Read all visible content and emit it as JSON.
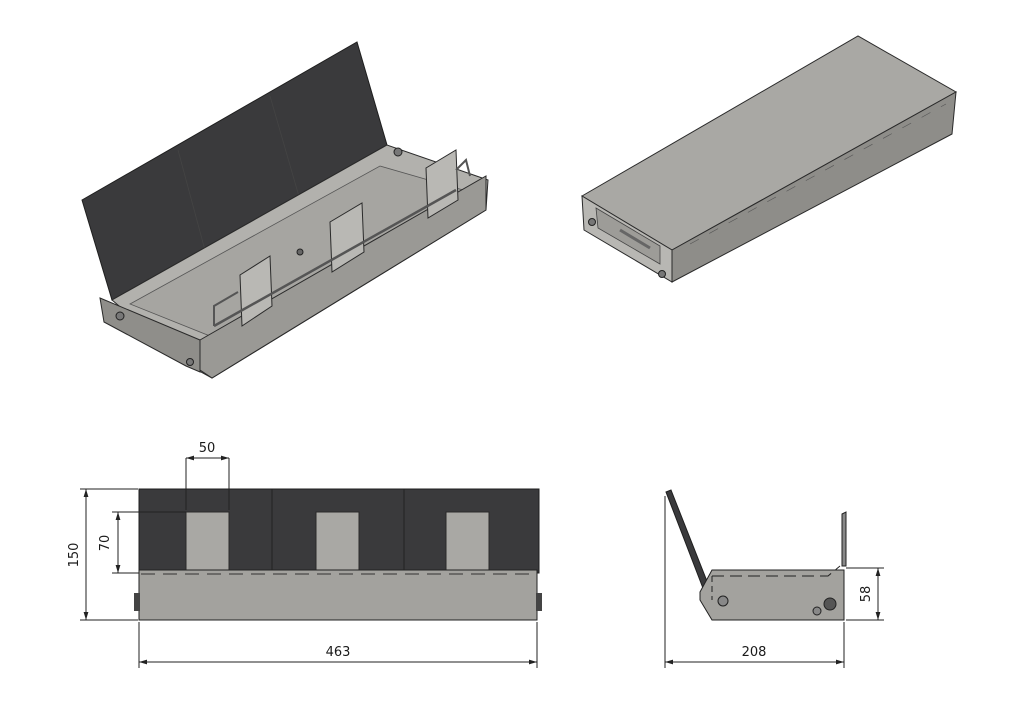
{
  "dimensions": {
    "cutout_width": "50",
    "cutout_height": "70",
    "total_height": "150",
    "total_length": "463",
    "depth": "208",
    "box_height": "58"
  },
  "colors": {
    "panel_dark": "#3a3a3c",
    "metal_light": "#b2b1ad",
    "metal_mid": "#9a9995",
    "metal_dark": "#6f6e6a",
    "edge": "#2a2a2a",
    "cutout": "#a9a8a4"
  }
}
